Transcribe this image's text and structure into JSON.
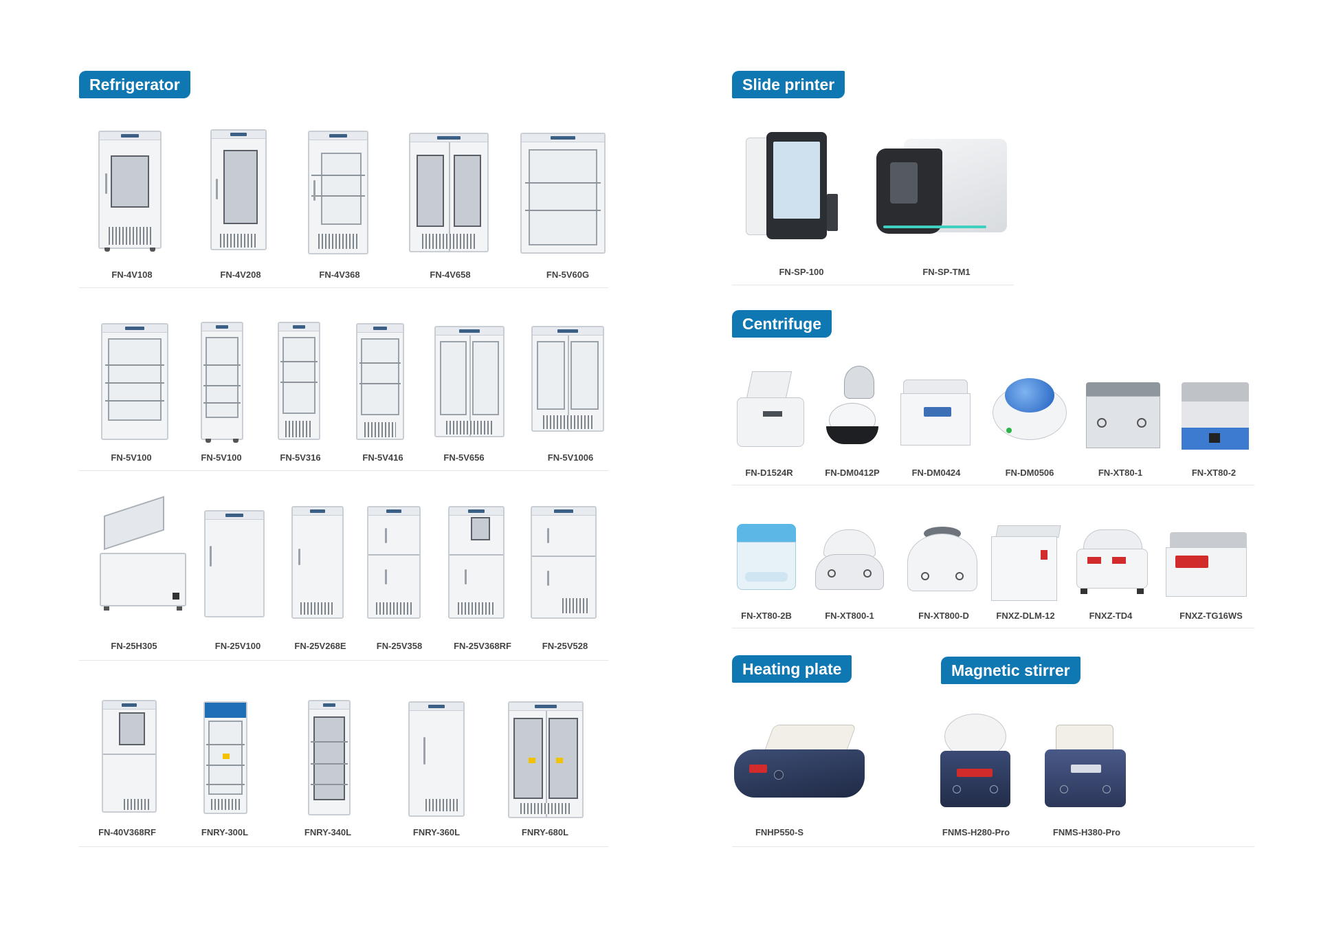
{
  "sections": {
    "refrigerator": {
      "title": "Refrigerator",
      "rows": [
        [
          "FN-4V108",
          "FN-4V208",
          "FN-4V368",
          "FN-4V658",
          "FN-5V60G"
        ],
        [
          "FN-5V100",
          "FN-5V100",
          "FN-5V316",
          "FN-5V416",
          "FN-5V656",
          "FN-5V1006"
        ],
        [
          "FN-25H305",
          "FN-25V100",
          "FN-25V268E",
          "FN-25V358",
          "FN-25V368RF",
          "FN-25V528"
        ],
        [
          "FN-40V368RF",
          "FNRY-300L",
          "FNRY-340L",
          "FNRY-360L",
          "FNRY-680L"
        ]
      ]
    },
    "slide_printer": {
      "title": "Slide printer",
      "items": [
        "FN-SP-100",
        "FN-SP-TM1"
      ]
    },
    "centrifuge": {
      "title": "Centrifuge",
      "rows": [
        [
          "FN-D1524R",
          "FN-DM0412P",
          "FN-DM0424",
          "FN-DM0506",
          "FN-XT80-1",
          "FN-XT80-2"
        ],
        [
          "FN-XT80-2B",
          "FN-XT800-1",
          "FN-XT800-D",
          "FNXZ-DLM-12",
          "FNXZ-TD4",
          "FNXZ-TG16WS"
        ]
      ]
    },
    "heating_plate": {
      "title": "Heating plate",
      "items": [
        "FNHP550-S"
      ]
    },
    "magnetic_stirrer": {
      "title": "Magnetic stirrer",
      "items": [
        "FNMS-H280-Pro",
        "FNMS-H380-Pro"
      ]
    }
  },
  "colors": {
    "badge": "#0f78b3",
    "divider": "#e6e6e6",
    "label": "#444444"
  }
}
